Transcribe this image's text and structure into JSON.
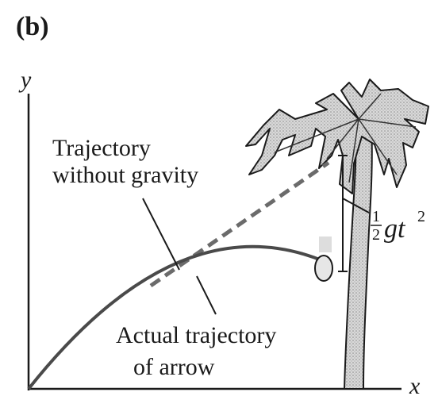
{
  "panel_label": "(b)",
  "axes": {
    "y_label": "y",
    "x_label": "x"
  },
  "labels": {
    "without_gravity_line1": "Trajectory",
    "without_gravity_line2": "without gravity",
    "actual_line1": "Actual trajectory",
    "actual_line2": "of arrow"
  },
  "formula": {
    "numerator": "1",
    "denominator": "2",
    "expression": "gt",
    "exponent": "2"
  },
  "colors": {
    "ink": "#1a1a1a",
    "trajectory": "#555555",
    "foliage": "#c9c9c9",
    "trunk": "#cfcfcf",
    "coconut": "#e6e6e6"
  }
}
